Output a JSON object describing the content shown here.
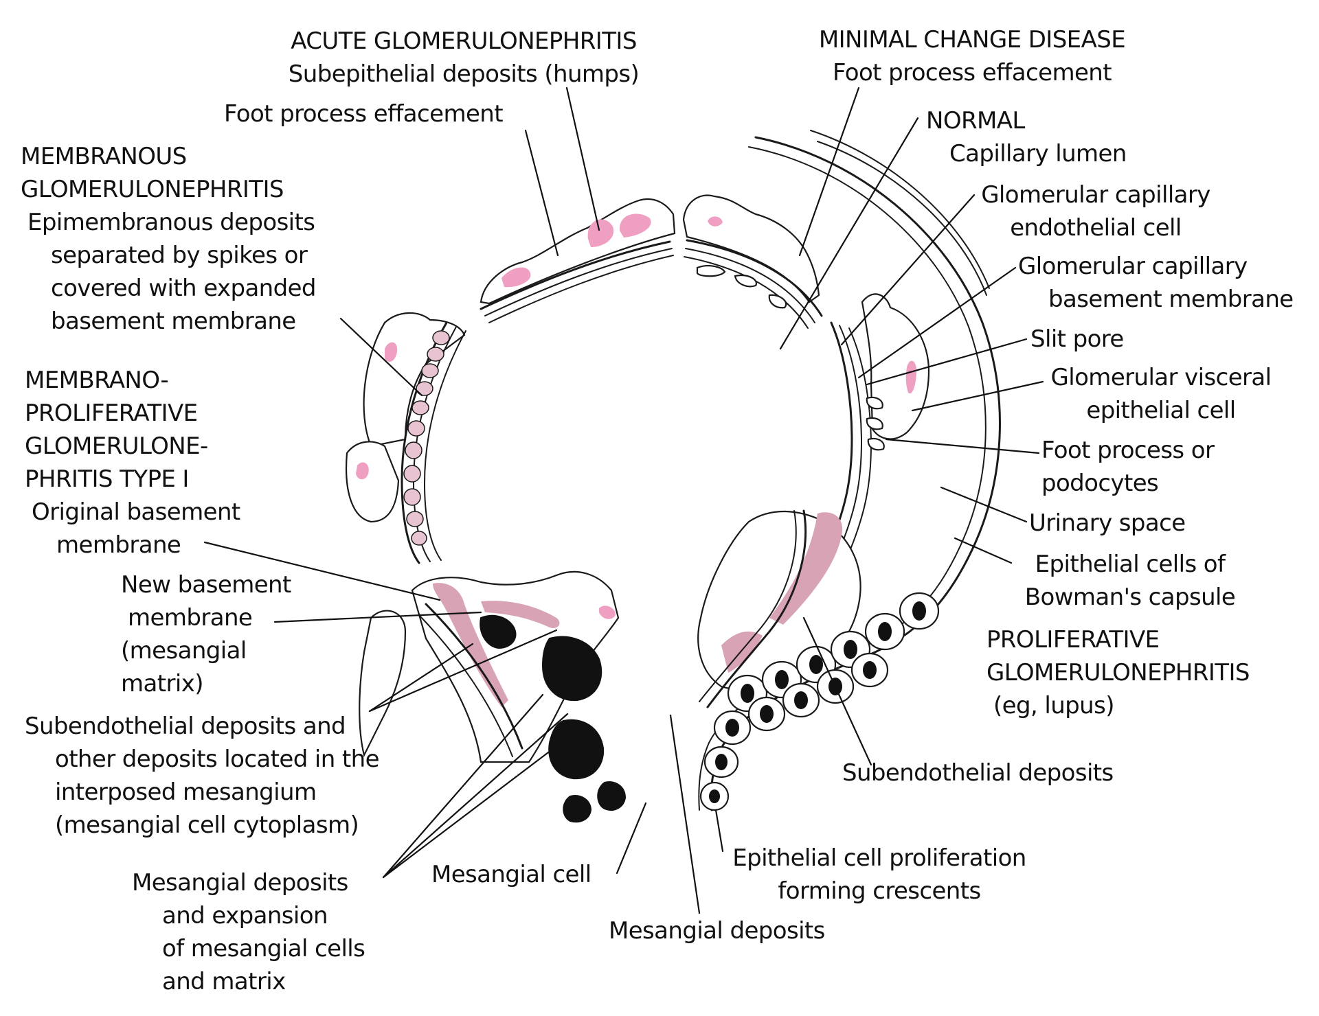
{
  "labels": {
    "agn": [
      "ACUTE GLOMERULONEPHRITIS",
      "Subepithelial deposits (humps)"
    ],
    "agn_foot": [
      "Foot process effacement"
    ],
    "mcd": [
      "MINIMAL CHANGE DISEASE",
      "Foot process effacement"
    ],
    "normal": [
      "NORMAL",
      "Capillary lumen"
    ],
    "endothelial": [
      "Glomerular capillary",
      "endothelial cell"
    ],
    "basement": [
      "Glomerular capillary",
      "basement membrane"
    ],
    "slit": [
      "Slit pore"
    ],
    "visceral": [
      "Glomerular visceral",
      "epithelial cell"
    ],
    "foot": [
      "Foot process or",
      "podocytes"
    ],
    "urinary": [
      "Urinary space"
    ],
    "bowman": [
      "Epithelial cells of",
      "Bowman's capsule"
    ],
    "prolif": [
      "PROLIFERATIVE",
      "GLOMERULONEPHRITIS",
      "(eg, lupus)"
    ],
    "subendo_right": [
      "Subendothelial deposits"
    ],
    "crescents": [
      "Epithelial cell proliferation",
      "forming crescents"
    ],
    "mes_deposits": [
      "Mesangial deposits"
    ],
    "mes_cell": [
      "Mesangial cell"
    ],
    "mes_expansion": [
      "Mesangial deposits",
      "and expansion",
      "of mesangial cells",
      "and matrix"
    ],
    "subendo_left": [
      "Subendothelial deposits and",
      "other deposits located in the",
      "interposed mesangium",
      "(mesangial cell cytoplasm)"
    ],
    "new_bm": [
      "New basement",
      "membrane",
      "(mesangial",
      "matrix)"
    ],
    "mpgn": [
      "MEMBRANO-",
      "PROLIFERATIVE",
      "GLOMERULONE-",
      "PHRITIS TYPE I",
      "Original basement",
      "membrane"
    ],
    "membranous": [
      "MEMBRANOUS",
      "GLOMERULONEPHRITIS",
      "Epimembranous deposits",
      "separated by spikes or",
      "covered with expanded",
      "basement membrane"
    ]
  },
  "colors": {
    "deposit_pink": "#ef9fc2",
    "deposit_mauve": "#d9a3b6",
    "deposit_light": "#e8c4d3",
    "ink": "#111111"
  }
}
